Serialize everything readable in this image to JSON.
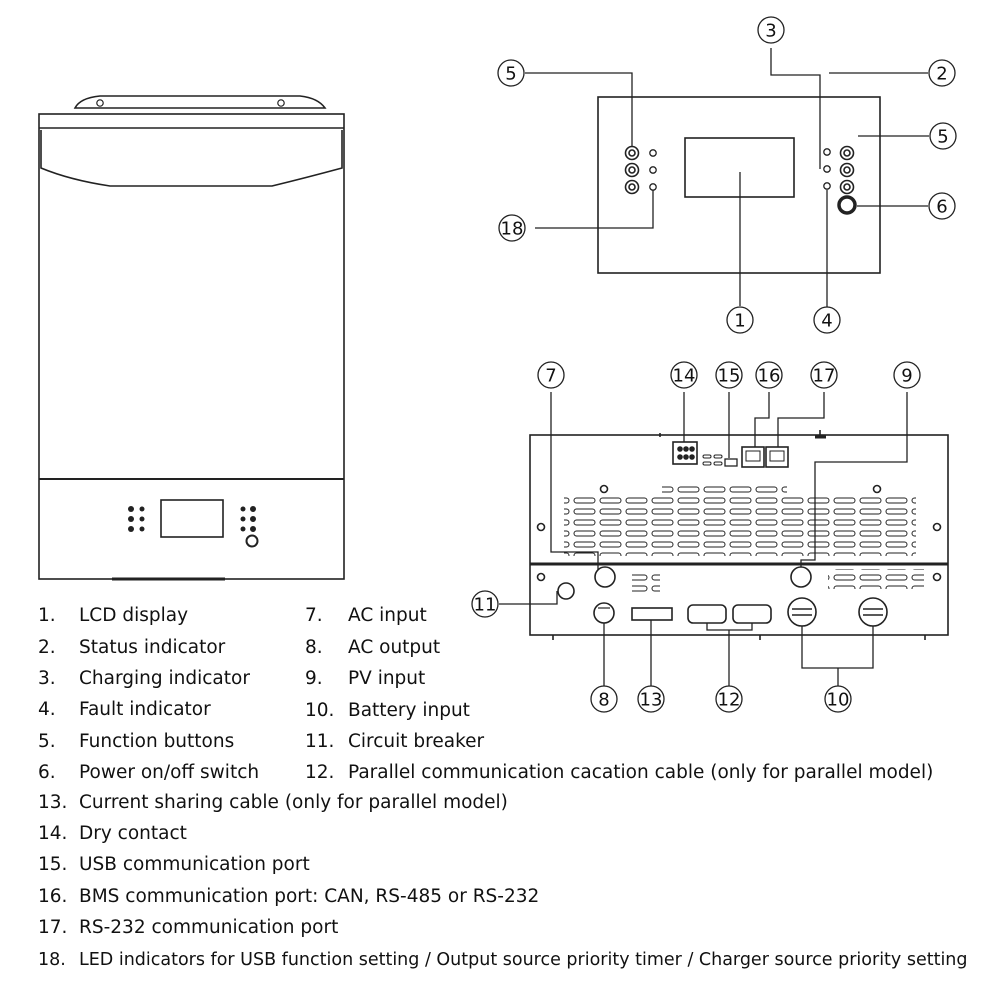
{
  "callouts": {
    "c1": "1",
    "c2": "2",
    "c3": "3",
    "c4": "4",
    "c5a": "5",
    "c5b": "5",
    "c6": "6",
    "c7": "7",
    "c8": "8",
    "c9": "9",
    "c10": "10",
    "c11": "11",
    "c12": "12",
    "c13": "13",
    "c14": "14",
    "c15": "15",
    "c16": "16",
    "c17": "17",
    "c18": "18"
  },
  "legend": [
    {
      "num": "1.",
      "label": "LCD display"
    },
    {
      "num": "2.",
      "label": "Status indicator"
    },
    {
      "num": "3.",
      "label": "Charging indicator"
    },
    {
      "num": "4.",
      "label": "Fault indicator"
    },
    {
      "num": "5.",
      "label": "Function buttons"
    },
    {
      "num": "6.",
      "label": "Power on/off switch"
    },
    {
      "num": "7.",
      "label": "AC input"
    },
    {
      "num": "8.",
      "label": "AC output"
    },
    {
      "num": "9.",
      "label": "PV input"
    },
    {
      "num": "10.",
      "label": "Battery input"
    },
    {
      "num": "11.",
      "label": "Circuit breaker"
    },
    {
      "num": "12.",
      "label": "Parallel communication cacation cable (only for parallel model)"
    },
    {
      "num": "13.",
      "label": "Current sharing cable (only for parallel model)"
    },
    {
      "num": "14.",
      "label": "Dry contact"
    },
    {
      "num": "15.",
      "label": "USB communication port"
    },
    {
      "num": "16.",
      "label": "BMS communication port: CAN, RS-485 or RS-232"
    },
    {
      "num": "17.",
      "label": "RS-232 communication port"
    },
    {
      "num": "18.",
      "label": "LED indicators for USB function setting / Output source priority timer / Charger source priority setting"
    }
  ]
}
